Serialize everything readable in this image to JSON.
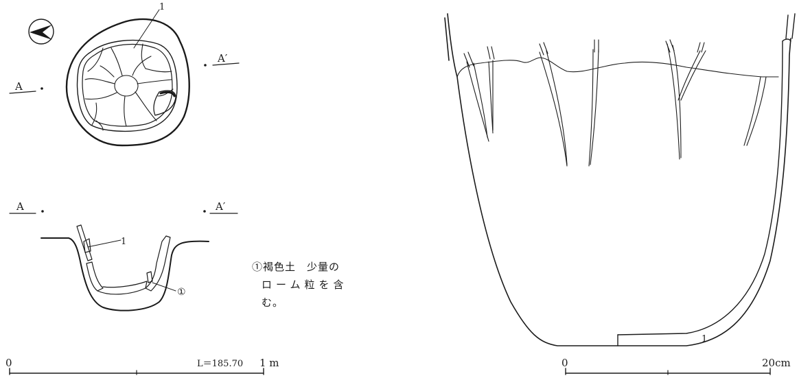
{
  "plan": {
    "section_label_left": "A",
    "section_label_right": "A′",
    "layer_number": "1"
  },
  "section": {
    "label_left": "A",
    "label_right": "A′",
    "layer_number": "1",
    "layer_circle": "①"
  },
  "legend": {
    "line1": "①褐色土　少量の",
    "line2": "ローム粒を含",
    "line3": "む。"
  },
  "scale_left": {
    "zero": "0",
    "elevation": "L＝185.70",
    "end": "1 m"
  },
  "pot": {
    "layer_number": "1"
  },
  "scale_right": {
    "zero": "0",
    "end": "20cm"
  }
}
